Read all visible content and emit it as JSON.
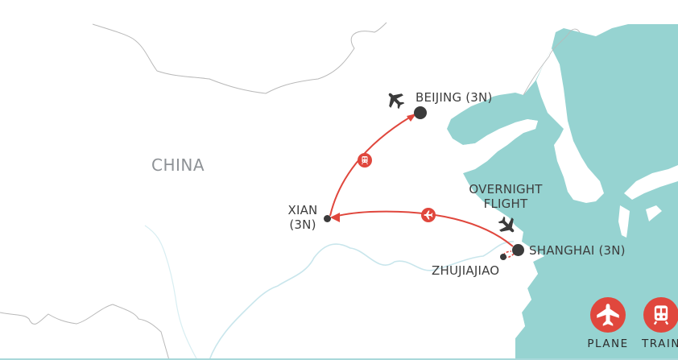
{
  "map": {
    "country_label": "CHINA",
    "colors": {
      "sea": "#96d3d1",
      "land": "#ffffff",
      "border": "#b9b9b9",
      "river": "#c9e6ec",
      "route": "#e0473d",
      "city": "#3b3b3b",
      "text": "#3d3d3d"
    },
    "cities": [
      {
        "id": "beijing",
        "label": "BEIJING (3N)"
      },
      {
        "id": "xian",
        "label_line1": "XIAN",
        "label_line2": "(3N)"
      },
      {
        "id": "shanghai",
        "label": "SHANGHAI (3N)"
      },
      {
        "id": "zhujiajiao",
        "label": "ZHUJIAJIAO"
      }
    ],
    "annotations": {
      "overnight_flight_line1": "OVERNIGHT",
      "overnight_flight_line2": "FLIGHT"
    },
    "routes": [
      {
        "from": "Shanghai",
        "to": "Xian",
        "mode": "plane"
      },
      {
        "from": "Xian",
        "to": "Beijing",
        "mode": "train"
      },
      {
        "from": "Shanghai",
        "to": "Zhujiajiao",
        "mode": "road"
      }
    ]
  },
  "legend": {
    "items": [
      {
        "icon": "plane-icon",
        "label": "PLANE"
      },
      {
        "icon": "train-icon",
        "label": "TRAIN"
      }
    ]
  }
}
